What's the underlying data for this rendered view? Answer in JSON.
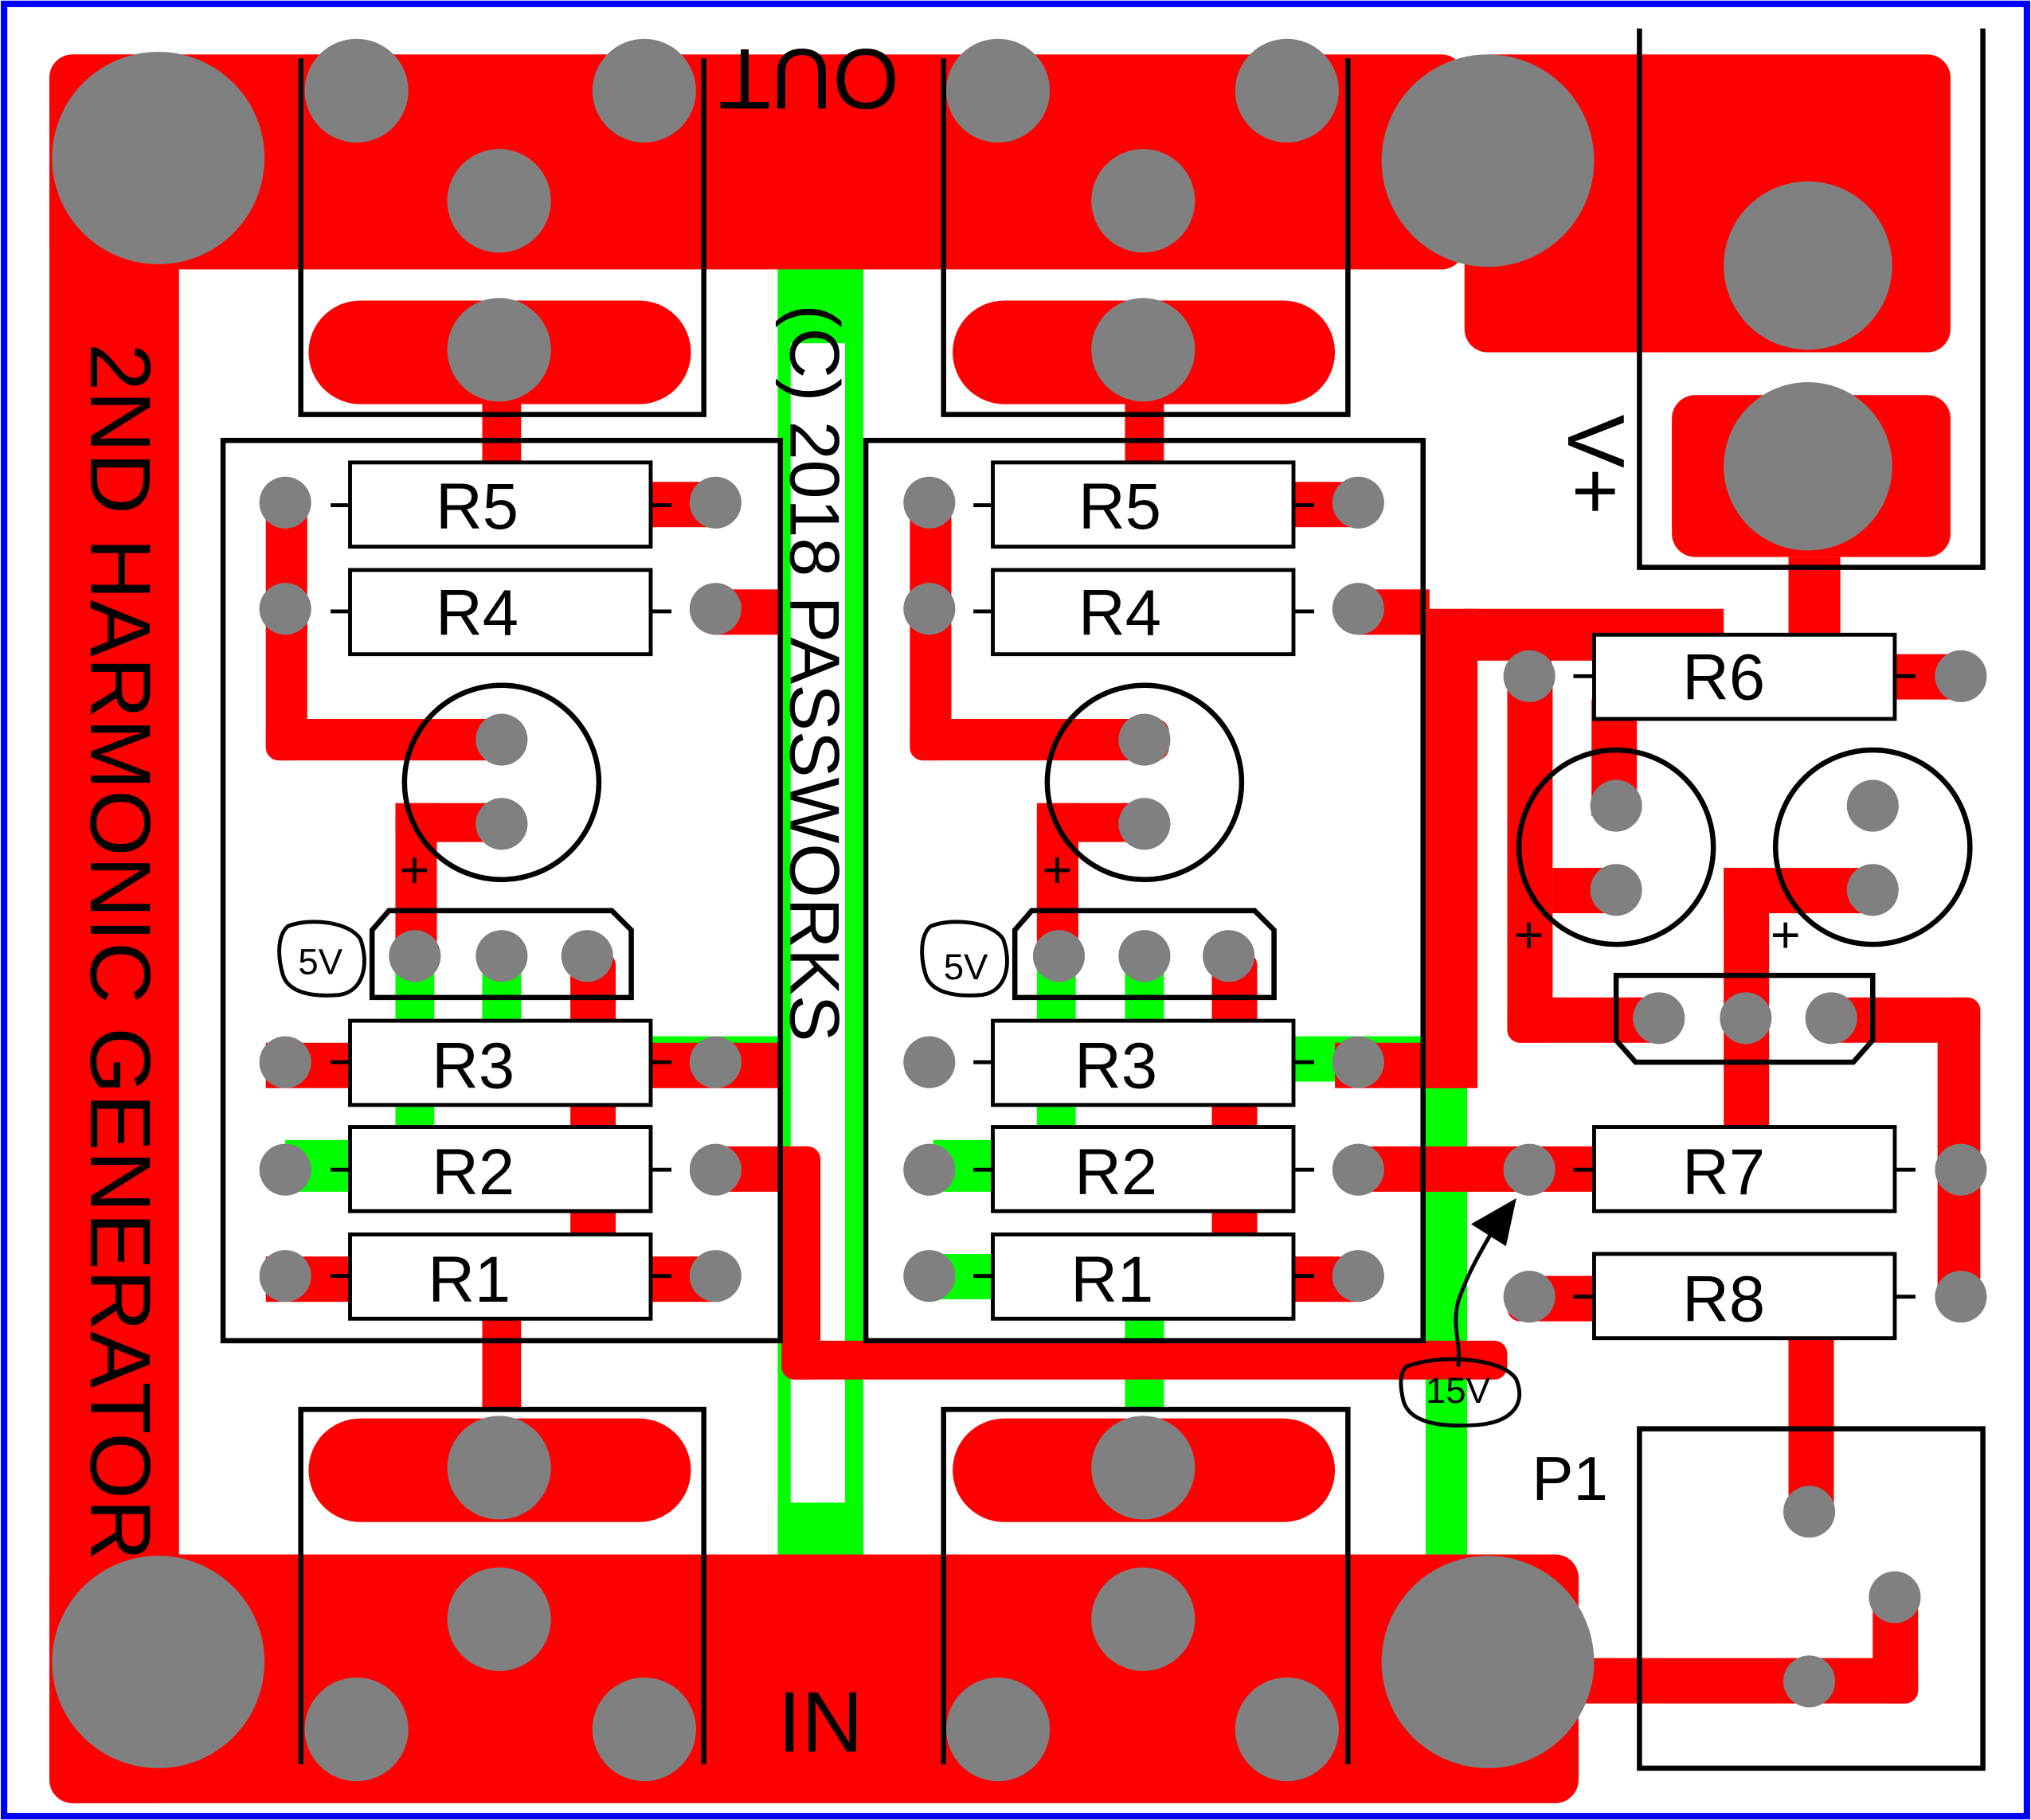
{
  "colors": {
    "background": "#ffffff",
    "border": "#0000ff",
    "copper_top": "#ff0000",
    "copper_bottom": "#00ff00",
    "pad": "#808080",
    "silkscreen": "#000000"
  },
  "board": {
    "title": "2ND HARMONIC GENERATOR",
    "copyright": "(C) 2018 PASSWORKS",
    "connectors": {
      "out_label": "OUT",
      "in_label": "IN",
      "power_label": "V+",
      "pot_label": "P1"
    }
  },
  "channel": {
    "resistors": [
      "R5",
      "R4",
      "R3",
      "R2",
      "R1"
    ],
    "regulator_note": "5V",
    "cap_polarity": "+"
  },
  "psu": {
    "resistors": [
      "R6",
      "R7",
      "R8"
    ],
    "cap_polarity": "+",
    "voltage_note": "15V"
  },
  "icons": [
    "pad-icon",
    "jack-icon",
    "capacitor-icon",
    "transistor-icon",
    "arrow-icon"
  ]
}
